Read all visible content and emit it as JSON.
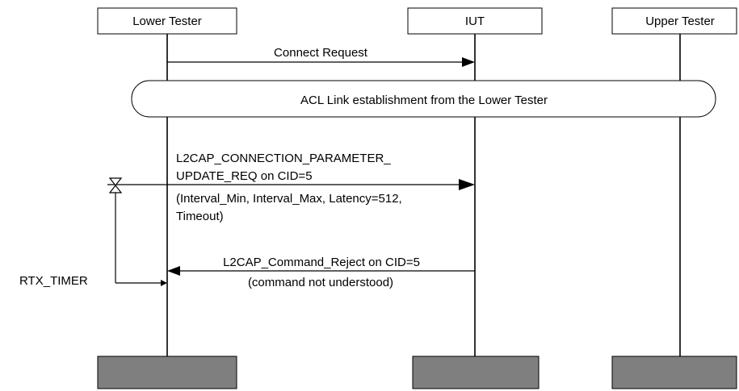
{
  "participants": {
    "lower_tester": "Lower Tester",
    "iut": "IUT",
    "upper_tester": "Upper Tester"
  },
  "messages": {
    "connect_request": "Connect Request",
    "acl_link": "ACL Link establishment from the Lower Tester",
    "update_req_line1": "L2CAP_CONNECTION_PARAMETER_",
    "update_req_line2": "UPDATE_REQ  on CID=5",
    "update_req_line3": "(Interval_Min, Interval_Max, Latency=512,",
    "update_req_line4": "Timeout)",
    "reject_line1": "L2CAP_Command_Reject on CID=5",
    "reject_line2": "(command not understood)"
  },
  "timer": {
    "label": "RTX_TIMER"
  },
  "colors": {
    "end_box_fill": "#7f7f7f",
    "stroke": "#000000",
    "background": "#ffffff"
  }
}
